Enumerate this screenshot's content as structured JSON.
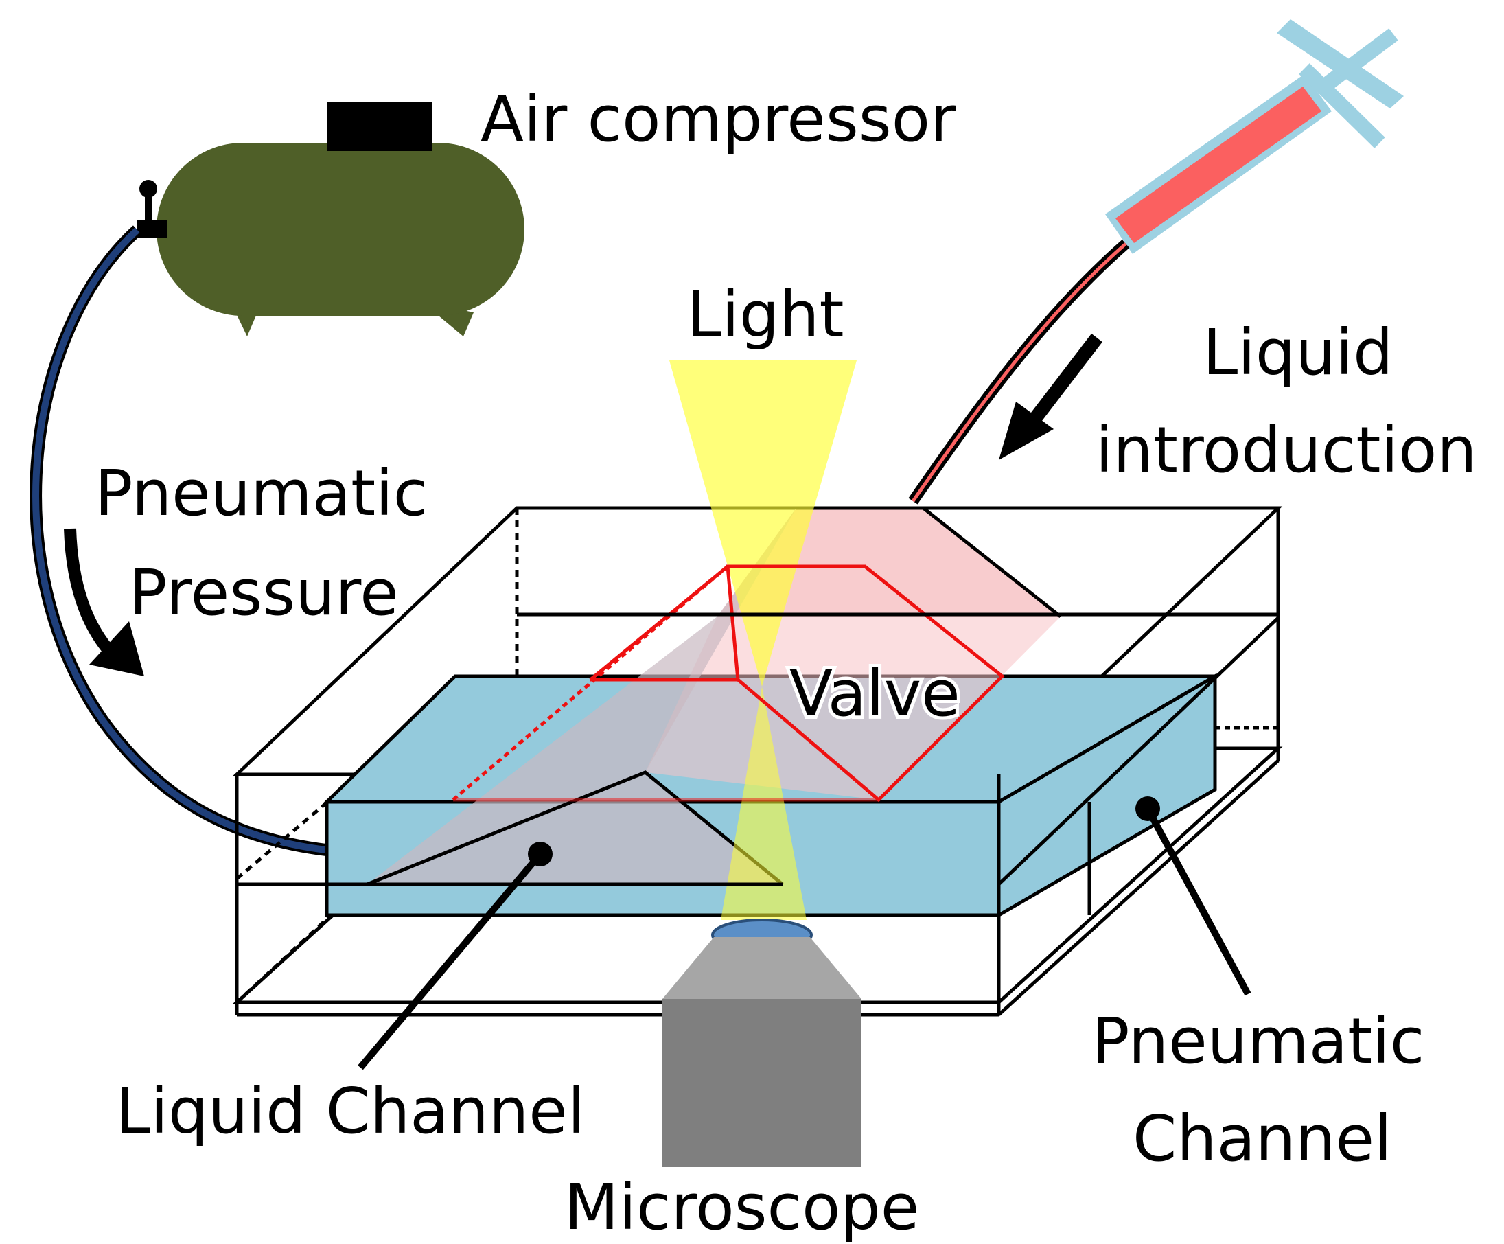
{
  "labels": {
    "air_compressor": "Air compressor",
    "light": "Light",
    "liquid_introduction_line1": "Liquid",
    "liquid_introduction_line2": "introduction",
    "pneumatic_pressure_line1": "Pneumatic",
    "pneumatic_pressure_line2": "Pressure",
    "valve": "Valve",
    "liquid_channel": "Liquid Channel",
    "pneumatic_channel_line1": "Pneumatic",
    "pneumatic_channel_line2": "Channel",
    "microscope": "Microscope"
  },
  "colors": {
    "compressor": "#4f5f28",
    "tube": "#1f3f7a",
    "syringe_barrel": "#fb6060",
    "syringe_frame": "#9dd1e2",
    "light_beam": "#ffff33",
    "pneumatic_channel": "#94cadc",
    "liquid_channel": "#f7c3c6",
    "valve_outline": "#ee1111",
    "microscope_body": "#7f7f7f",
    "microscope_top": "#a6a6a6",
    "lens": "#5b8fc7"
  }
}
